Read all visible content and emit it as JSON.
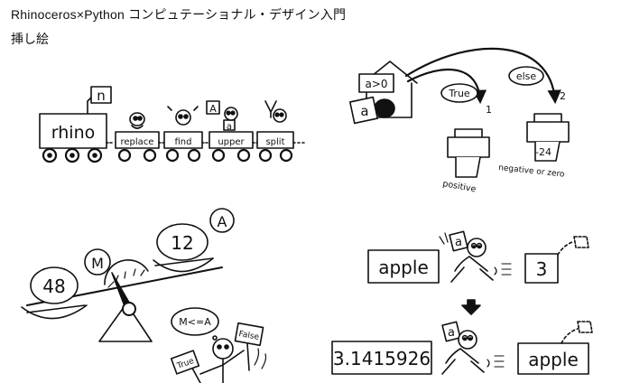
{
  "header": {
    "title": "Rhinoceros×Python コンピュテーショナル・デザイン入門",
    "subtitle": "挿し絵"
  },
  "train": {
    "flag": "n",
    "engine": "rhino",
    "cars": [
      "replace",
      "find",
      "upper",
      "split"
    ],
    "tags": [
      "A",
      "a"
    ]
  },
  "branch": {
    "house": "a>0",
    "input": "a",
    "true_label": "True",
    "else_label": "else",
    "route_true": "1",
    "route_else": "2",
    "out_true": "positive",
    "out_else_value": "-24",
    "out_else": "negative or zero"
  },
  "balance": {
    "left_value": "48",
    "left_var": "M",
    "right_value": "12",
    "right_var": "A",
    "condition": "M<=A",
    "sign_true": "True",
    "sign_false": "False"
  },
  "swap": {
    "top_left": "apple",
    "top_tag": "a",
    "top_right": "3",
    "bottom_left": "3.1415926",
    "bottom_tag": "a",
    "bottom_right": "apple"
  }
}
